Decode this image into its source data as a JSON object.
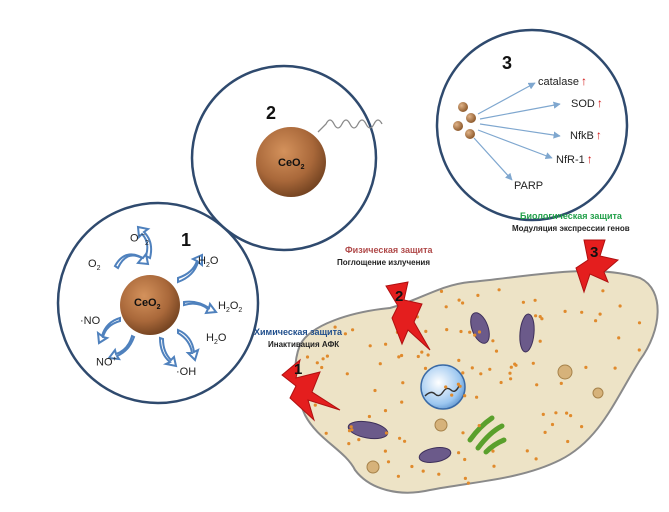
{
  "colors": {
    "circle_stroke": "#2f4a6e",
    "ceo2_particle": "#a9683a",
    "arrow_blue": "#4f81bd",
    "cell_fill": "#ede3c6",
    "cell_stroke": "#8a8a8a",
    "lightning_red": "#e41e1e",
    "physical_title": "#b04a4a",
    "chemical_title": "#1f4e8c",
    "biological_title": "#22a04a",
    "up_arrow": "#d01010"
  },
  "panel1": {
    "number": "1",
    "particle": {
      "main": "CeO",
      "sub": "2"
    },
    "species": {
      "o2": {
        "main": "O",
        "sub": "2"
      },
      "superoxide": {
        "main": "O",
        "sup": "·−",
        "sub": "2"
      },
      "h2o_top": {
        "main": "H",
        "sub": "2",
        "tail": "O"
      },
      "h2o2": {
        "main": "H",
        "sub": "2",
        "mid": "O",
        "sub2": "2"
      },
      "no": "·NO",
      "noplus": {
        "main": "NO",
        "sup": "+"
      },
      "h2o_bottom": {
        "main": "H",
        "sub": "2",
        "tail": "O"
      },
      "oh": "·OH"
    }
  },
  "panel2": {
    "number": "2",
    "particle": {
      "main": "CeO",
      "sub": "2"
    }
  },
  "panel3": {
    "number": "3",
    "genes": [
      "catalase",
      "SOD",
      "NfkB",
      "NfR-1",
      "PARP"
    ],
    "up_arrow_symbol": "🡑"
  },
  "captions": {
    "physical": {
      "title": "Физическая защита",
      "subtitle": "Поглощение излучения"
    },
    "chemical": {
      "title": "Химическая защита",
      "subtitle": "Инактивация АФК"
    },
    "biological": {
      "title": "Биологическая защита",
      "subtitle": "Модуляция экспрессии генов"
    }
  },
  "bolts": [
    "1",
    "2",
    "3"
  ]
}
